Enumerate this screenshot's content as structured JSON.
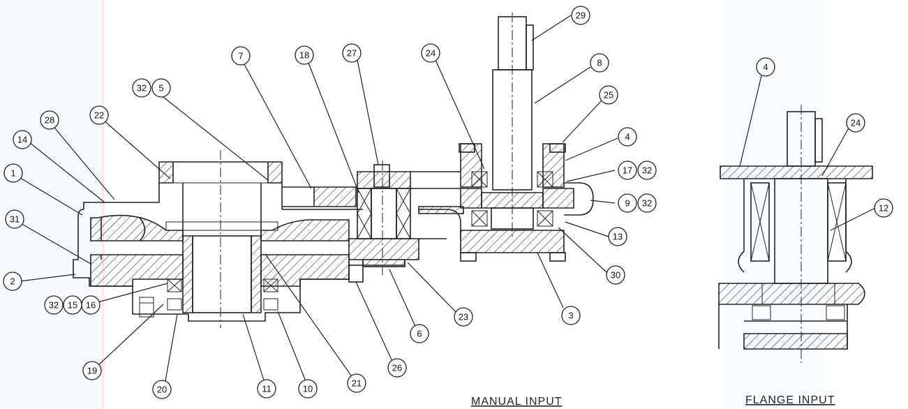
{
  "captions": {
    "manual": "MANUAL INPUT",
    "flange": "FLANGE INPUT"
  },
  "balloons": {
    "b29": "29",
    "b8": "8",
    "b25": "25",
    "b4a": "4",
    "b17": "17",
    "b32a": "32",
    "b9": "9",
    "b32b": "32",
    "b13": "13",
    "b30": "30",
    "b3": "3",
    "b24a": "24",
    "b27": "27",
    "b18": "18",
    "b7": "7",
    "b32c": "32",
    "b5": "5",
    "b22": "22",
    "b28": "28",
    "b14": "14",
    "b1": "1",
    "b31": "31",
    "b2": "2",
    "b32d": "32",
    "b15": "15",
    "b16": "16",
    "b19": "19",
    "b20": "20",
    "b11": "11",
    "b10": "10",
    "b21": "21",
    "b26": "26",
    "b6": "6",
    "b23": "23",
    "b4b": "4",
    "b24b": "24",
    "b12": "12"
  },
  "colors": {
    "line": "#222222",
    "background": "#ffffff",
    "scan_tint": "#d6e8f5"
  }
}
